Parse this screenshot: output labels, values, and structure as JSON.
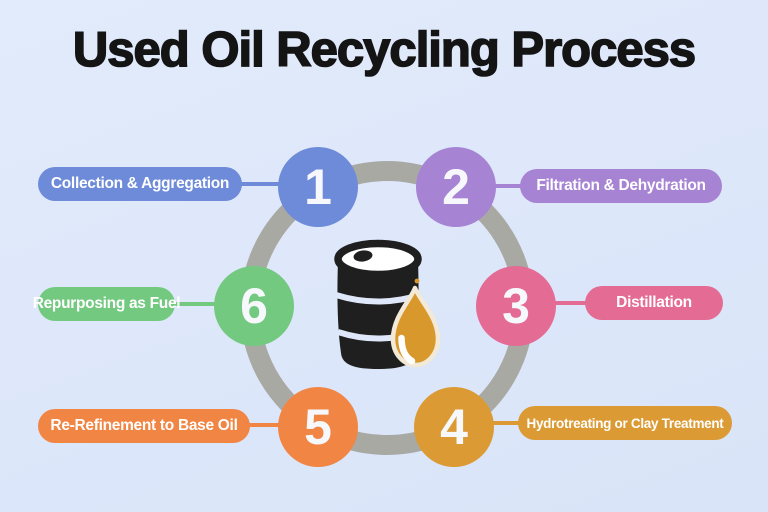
{
  "title": {
    "text": "Used Oil Recycling Process"
  },
  "background_color": "#dee8fa",
  "ring_color": "#a9a9a4",
  "badge_text_color": "#ffffff",
  "center_icon": {
    "name": "oil-barrel-with-drop",
    "barrel_color": "#1f1f1f",
    "barrel_lid_color": "#ffffff",
    "drop_color": "#d8982c",
    "drop_outline_color": "#f2ead6"
  },
  "steps": [
    {
      "number": "1",
      "label": "Collection & Aggregation",
      "color": "#6d8bd8",
      "position": "top-left"
    },
    {
      "number": "2",
      "label": "Filtration & Dehydration",
      "color": "#a783d4",
      "position": "top-right"
    },
    {
      "number": "3",
      "label": "Distillation",
      "color": "#e46b93",
      "position": "right"
    },
    {
      "number": "4",
      "label": "Hydrotreating or Clay Treatment",
      "color": "#db9a33",
      "position": "bottom-right"
    },
    {
      "number": "5",
      "label": "Re-Refinement to Base Oil",
      "color": "#f08544",
      "position": "bottom-left"
    },
    {
      "number": "6",
      "label": "Repurposing as Fuel",
      "color": "#74c981",
      "position": "left"
    }
  ]
}
